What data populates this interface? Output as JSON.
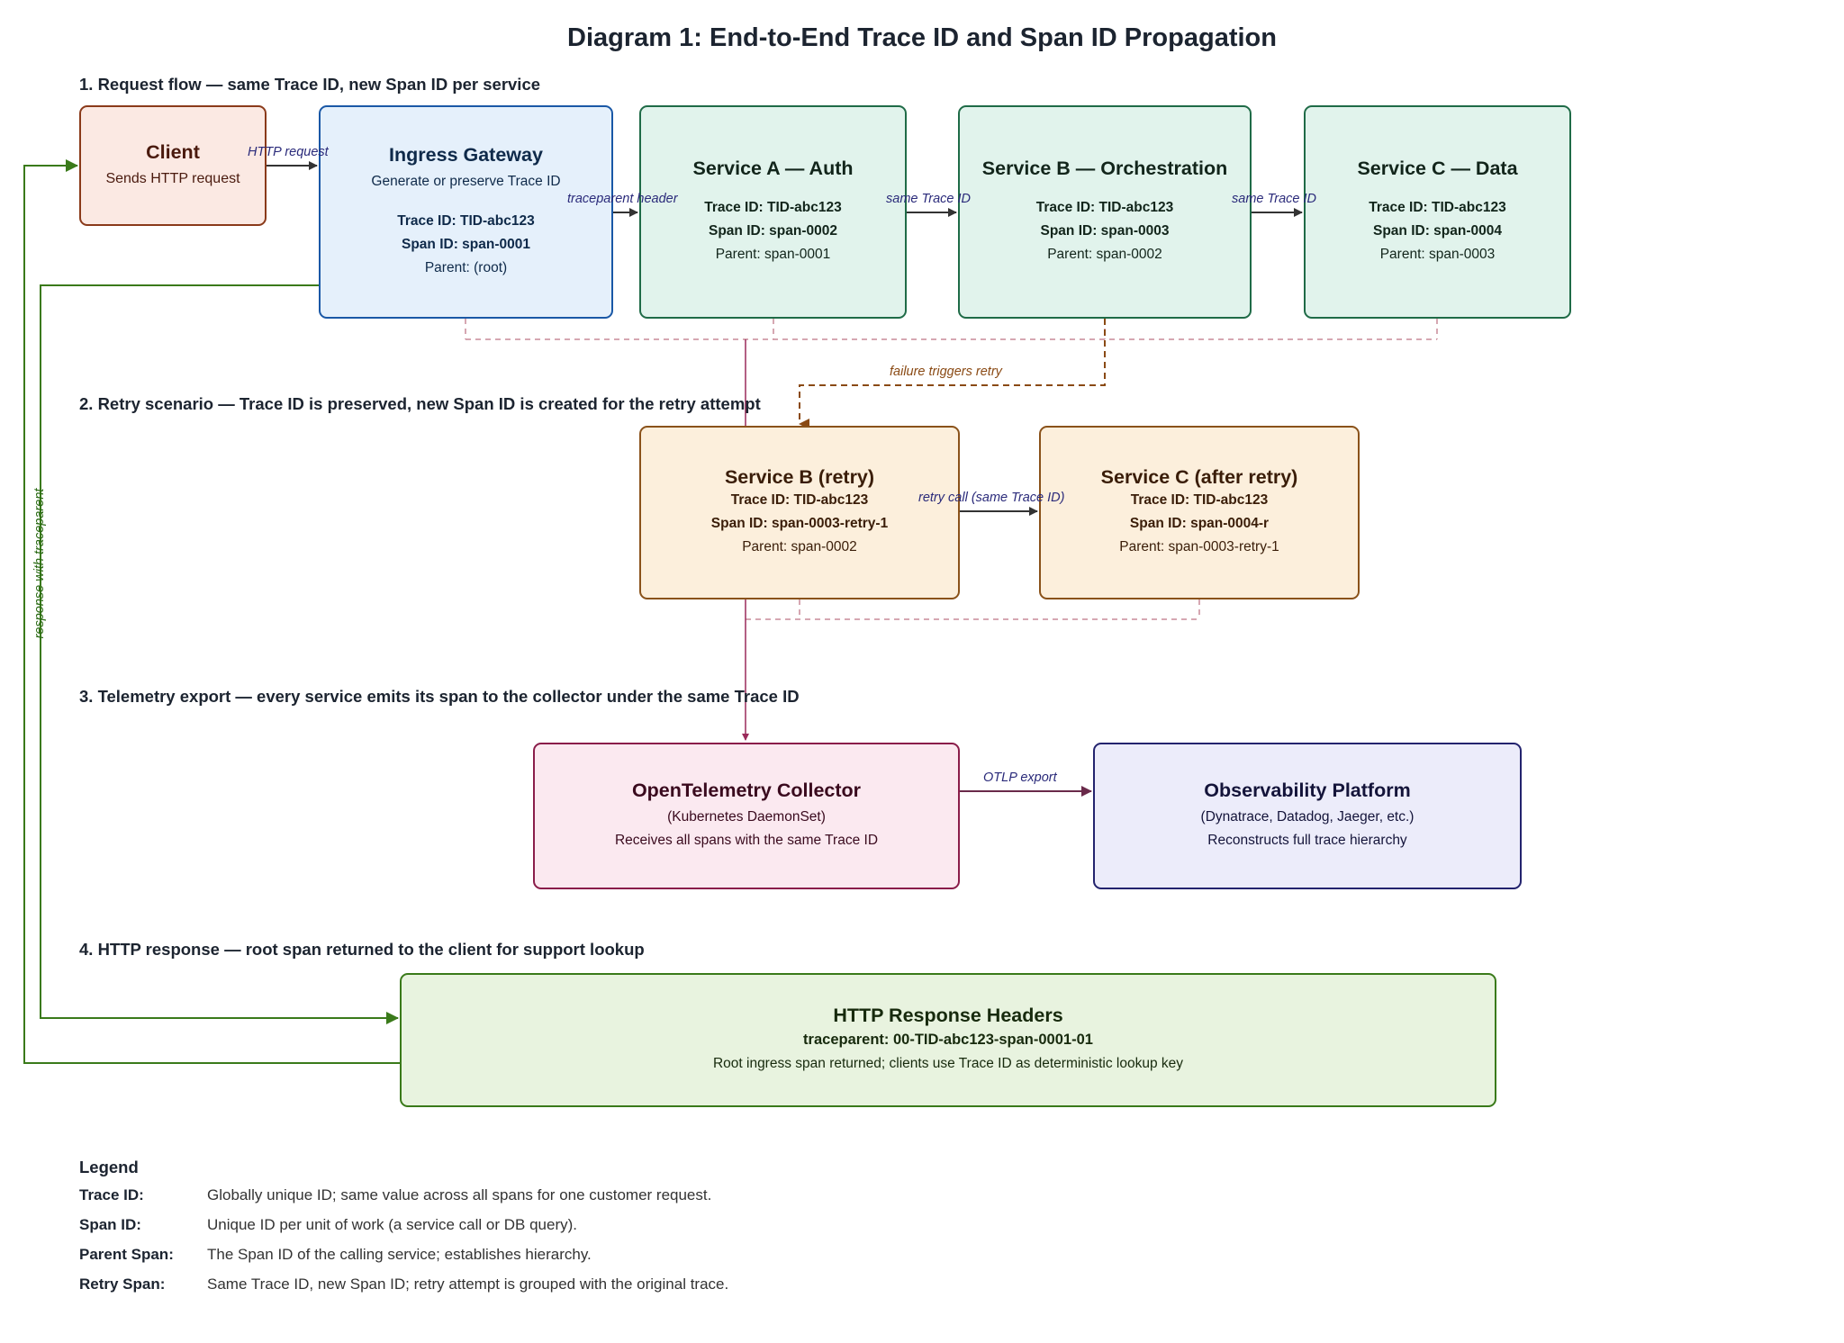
{
  "title": "Diagram 1: End-to-End Trace ID and Span ID Propagation",
  "sections": {
    "s1": "1. Request flow — same Trace ID, new Span ID per service",
    "s2": "2. Retry scenario — Trace ID is preserved, new Span ID is created for the retry attempt",
    "s3": "3. Telemetry export — every service emits its span to the collector under the same Trace ID",
    "s4": "4. HTTP response — root span returned to the client for support lookup"
  },
  "nodes": {
    "client": {
      "title": "Client",
      "subtitle": "Sends HTTP request"
    },
    "ingress": {
      "title": "Ingress Gateway",
      "subtitle": "Generate or preserve Trace ID",
      "trace": "Trace ID: TID-abc123",
      "span": "Span ID: span-0001",
      "parent": "Parent: (root)"
    },
    "service_a": {
      "title": "Service A — Auth",
      "trace": "Trace ID: TID-abc123",
      "span": "Span ID: span-0002",
      "parent": "Parent: span-0001"
    },
    "service_b": {
      "title": "Service B — Orchestration",
      "trace": "Trace ID: TID-abc123",
      "span": "Span ID: span-0003",
      "parent": "Parent: span-0002"
    },
    "service_c": {
      "title": "Service C — Data",
      "trace": "Trace ID: TID-abc123",
      "span": "Span ID: span-0004",
      "parent": "Parent: span-0003"
    },
    "service_b_retry": {
      "title": "Service B (retry)",
      "trace": "Trace ID: TID-abc123",
      "span": "Span ID: span-0003-retry-1",
      "parent": "Parent: span-0002"
    },
    "service_c_retry": {
      "title": "Service C (after retry)",
      "trace": "Trace ID: TID-abc123",
      "span": "Span ID: span-0004-r",
      "parent": "Parent: span-0003-retry-1"
    },
    "collector": {
      "title": "OpenTelemetry Collector",
      "subtitle": "(Kubernetes DaemonSet)",
      "note": "Receives all spans with the same Trace ID"
    },
    "platform": {
      "title": "Observability Platform",
      "subtitle": "(Dynatrace, Datadog, Jaeger, etc.)",
      "note": "Reconstructs full trace hierarchy"
    },
    "http_response": {
      "title": "HTTP Response Headers",
      "header": "traceparent: 00-TID-abc123-span-0001-01",
      "note": "Root ingress span returned; clients use Trace ID as deterministic lookup key"
    }
  },
  "edge_labels": {
    "http_request": "HTTP request",
    "traceparent_header": "traceparent header",
    "same_trace_id_1": "same Trace ID",
    "same_trace_id_2": "same Trace ID",
    "failure_retry": "failure triggers retry",
    "retry_call": "retry call (same Trace ID)",
    "otlp_export": "OTLP export",
    "response": "response with traceparent"
  },
  "legend": {
    "title": "Legend",
    "rows": [
      {
        "key": "Trace ID:",
        "value": "Globally unique ID; same value across all spans for one customer request."
      },
      {
        "key": "Span ID:",
        "value": "Unique ID per unit of work (a service call or DB query)."
      },
      {
        "key": "Parent Span:",
        "value": "The Span ID of the calling service; establishes hierarchy."
      },
      {
        "key": "Retry Span:",
        "value": "Same Trace ID, new Span ID; retry attempt is grouped with the original trace."
      }
    ]
  },
  "colors": {
    "flow_arrow": "#333333",
    "telemetry_dashed": "#c98a98",
    "retry_dashed": "#8a4a14",
    "collector_line": "#9a2a5a",
    "response_line": "#3a7a1a"
  }
}
